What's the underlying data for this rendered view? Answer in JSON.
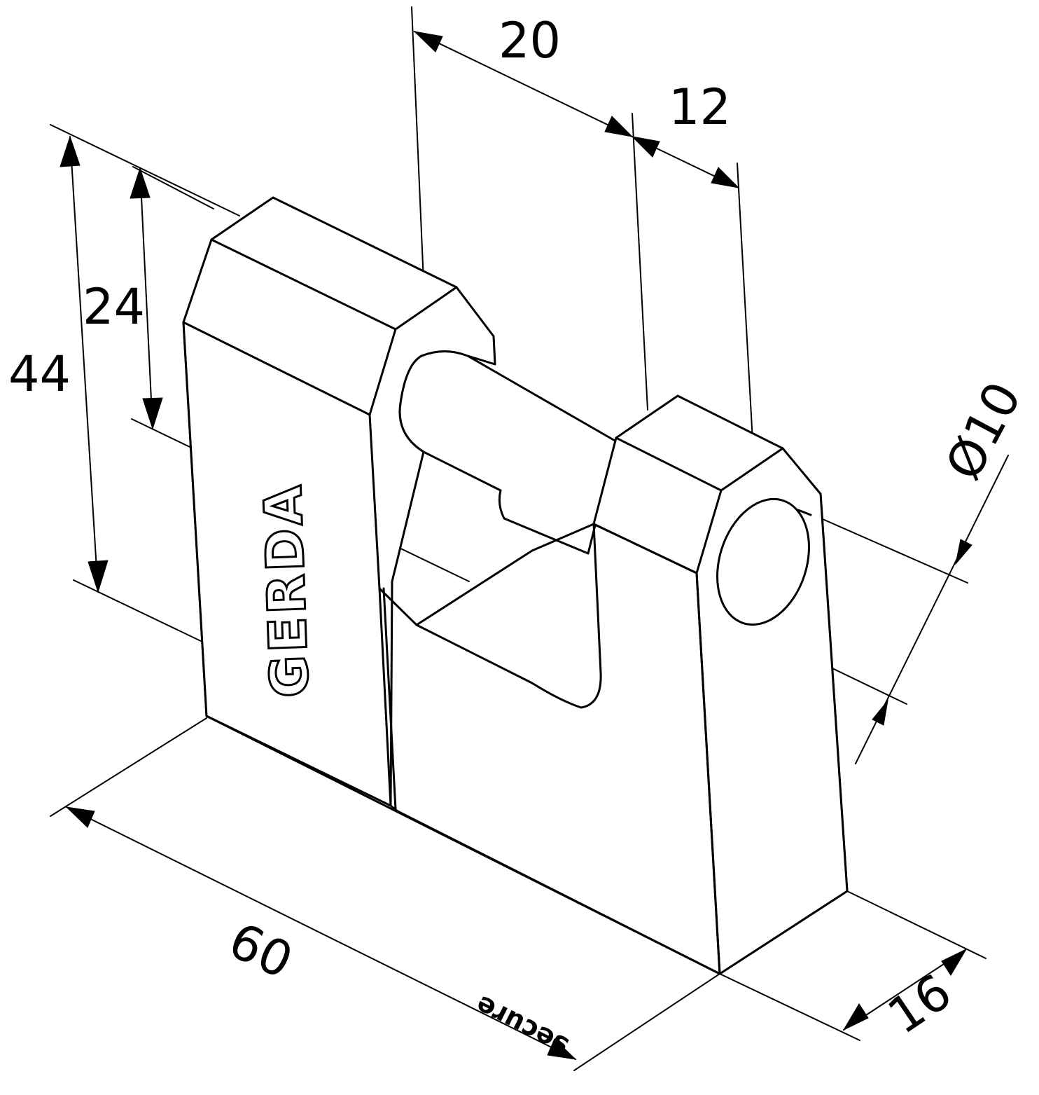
{
  "dimensions": {
    "shackle_reach": "20",
    "shackle_gap": "12",
    "overall_height": "44",
    "shackle_height": "24",
    "shackle_diameter": "Ø10",
    "width": "60",
    "depth": "16"
  },
  "branding": {
    "logo": "GERDA",
    "tagline": "secure"
  }
}
